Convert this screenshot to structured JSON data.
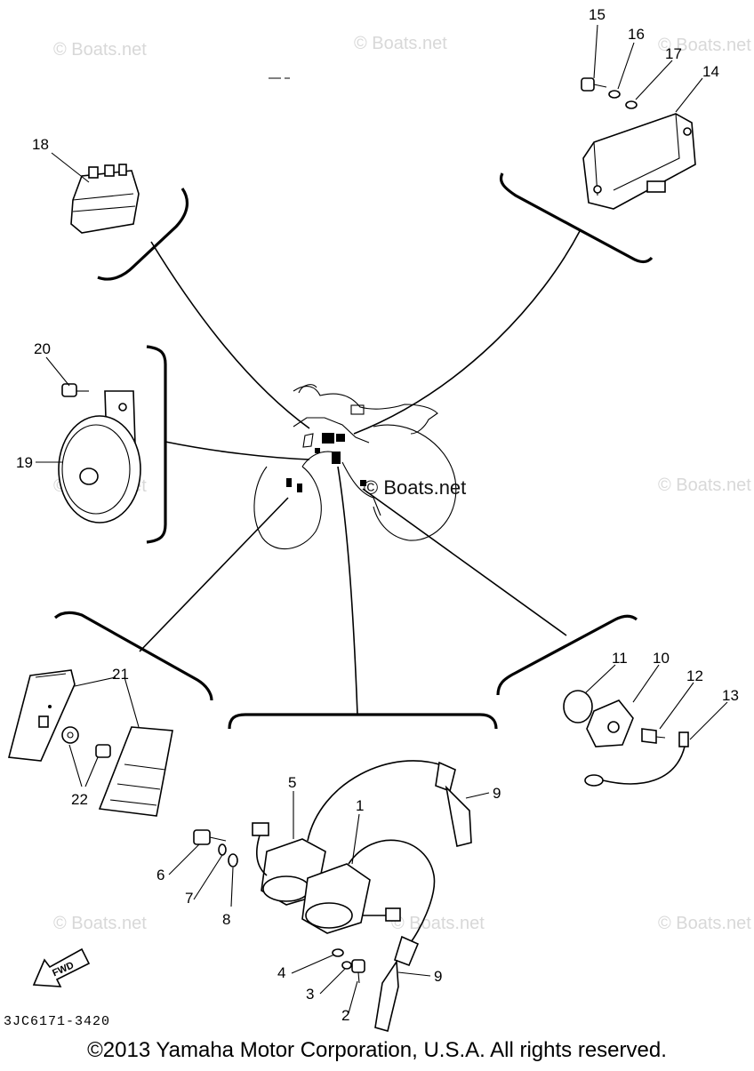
{
  "watermark": "© Boats.net",
  "diagram_code": "3JC6171-3420",
  "copyright": "©2013 Yamaha Motor Corporation, U.S.A. All rights reserved.",
  "fwd_label": "FWD",
  "callouts": {
    "c1": "1",
    "c2": "2",
    "c3": "3",
    "c4": "4",
    "c5": "5",
    "c6": "6",
    "c7": "7",
    "c8": "8",
    "c9a": "9",
    "c9b": "9",
    "c10": "10",
    "c11": "11",
    "c12": "12",
    "c13": "13",
    "c14": "14",
    "c15": "15",
    "c16": "16",
    "c17": "17",
    "c18": "18",
    "c19": "19",
    "c20": "20",
    "c21": "21",
    "c22": "22"
  }
}
